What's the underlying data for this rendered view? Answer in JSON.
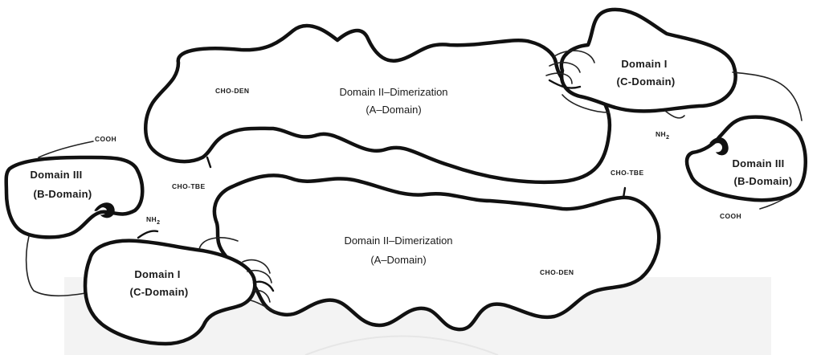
{
  "labels": {
    "top_dimerization_line1": "Domain II–Dimerization",
    "top_dimerization_line2": "(A–Domain)",
    "top_cho_den": "CHO-DEN",
    "top_cho_tbe": "CHO-TBE",
    "top_right_domain1_line1": "Domain I",
    "top_right_domain1_line2": "(C-Domain)",
    "right_domain3_line1": "Domain III",
    "right_domain3_line2": "(B-Domain)",
    "right_nh2": "NH",
    "right_nh2_sub": "2",
    "right_cooh": "COOH",
    "left_domain3_line1": "Domain III",
    "left_domain3_line2": "(B-Domain)",
    "left_cooh": "COOH",
    "left_nh2": "NH",
    "left_nh2_sub": "2",
    "bottom_left_domain1_line1": "Domain I",
    "bottom_left_domain1_line2": "(C-Domain)",
    "bottom_dimerization_line1": "Domain II–Dimerization",
    "bottom_dimerization_line2": "(A–Domain)",
    "bottom_cho_den": "CHO-DEN",
    "bottom_cho_tbe": "CHO-TBE"
  }
}
